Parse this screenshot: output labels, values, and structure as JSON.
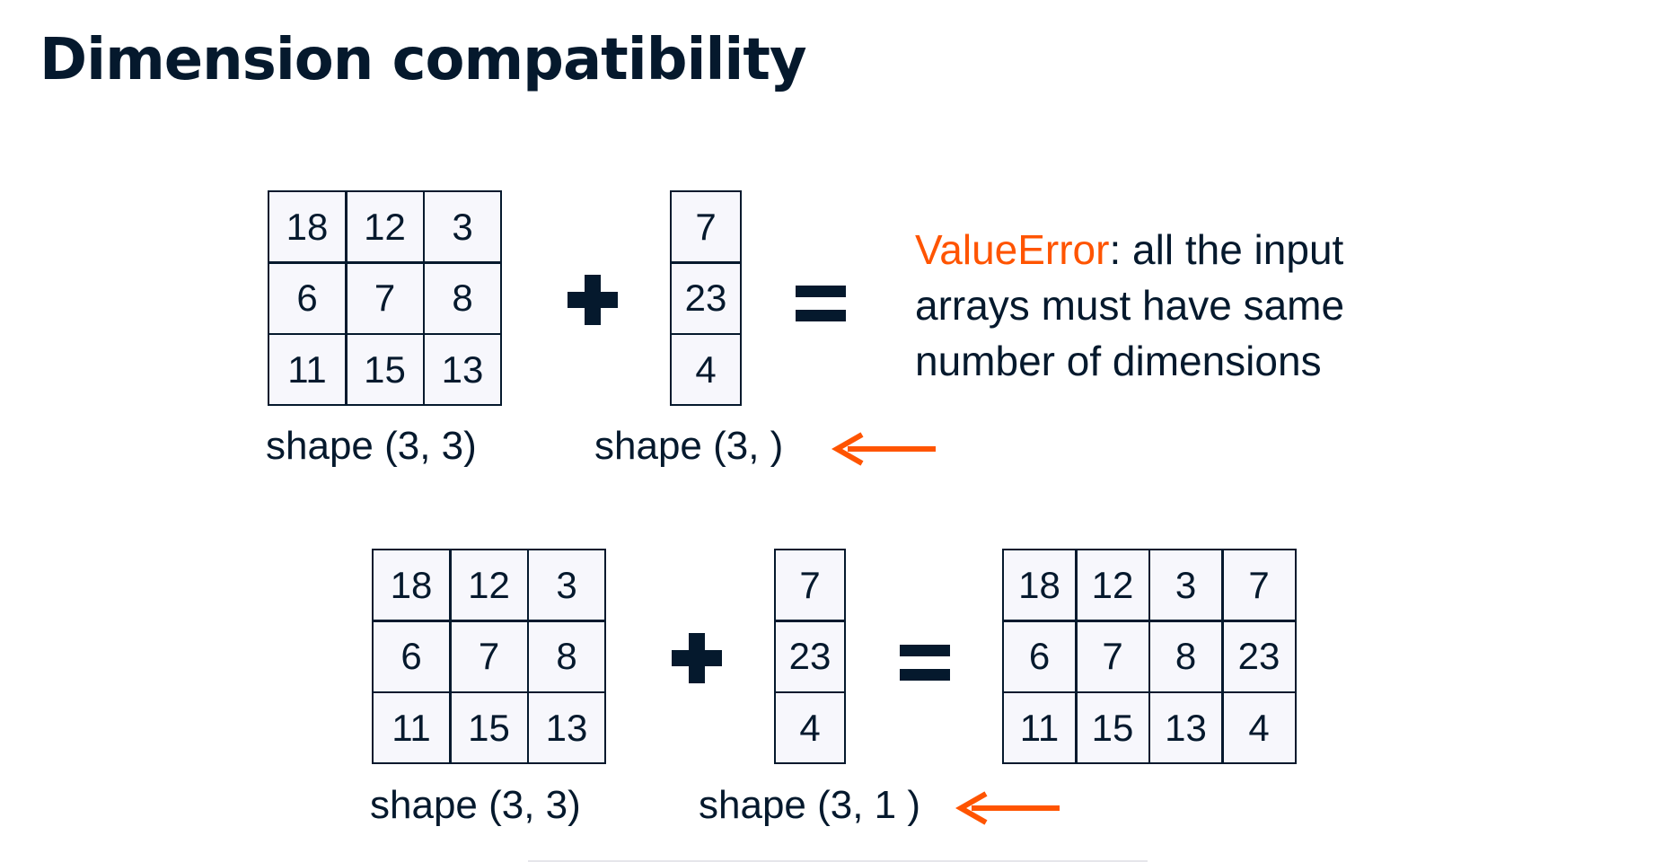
{
  "title": "Dimension compatibility",
  "colors": {
    "ink": "#05192d",
    "accent": "#ff5400",
    "cell_bg": "#f7f7fc"
  },
  "top_row": {
    "matrix_a": [
      [
        "18",
        "12",
        "3"
      ],
      [
        "6",
        "7",
        "8"
      ],
      [
        "11",
        "15",
        "13"
      ]
    ],
    "matrix_a_label": "shape (3, 3)",
    "vector_b": [
      "7",
      "23",
      "4"
    ],
    "vector_b_label": "shape (3, )",
    "operator_plus": "+",
    "operator_equals": "=",
    "error_keyword": "ValueError",
    "error_message": ": all the input arrays must have same number of dimensions",
    "arrow_icon": "left-arrow-icon"
  },
  "bottom_row": {
    "matrix_a": [
      [
        "18",
        "12",
        "3"
      ],
      [
        "6",
        "7",
        "8"
      ],
      [
        "11",
        "15",
        "13"
      ]
    ],
    "matrix_a_label": "shape (3, 3)",
    "vector_b": [
      "7",
      "23",
      "4"
    ],
    "vector_b_label": "shape (3, 1 )",
    "operator_plus": "+",
    "operator_equals": "=",
    "result": [
      [
        "18",
        "12",
        "3",
        "7"
      ],
      [
        "6",
        "7",
        "8",
        "23"
      ],
      [
        "11",
        "15",
        "13",
        "4"
      ]
    ],
    "arrow_icon": "left-arrow-icon"
  }
}
